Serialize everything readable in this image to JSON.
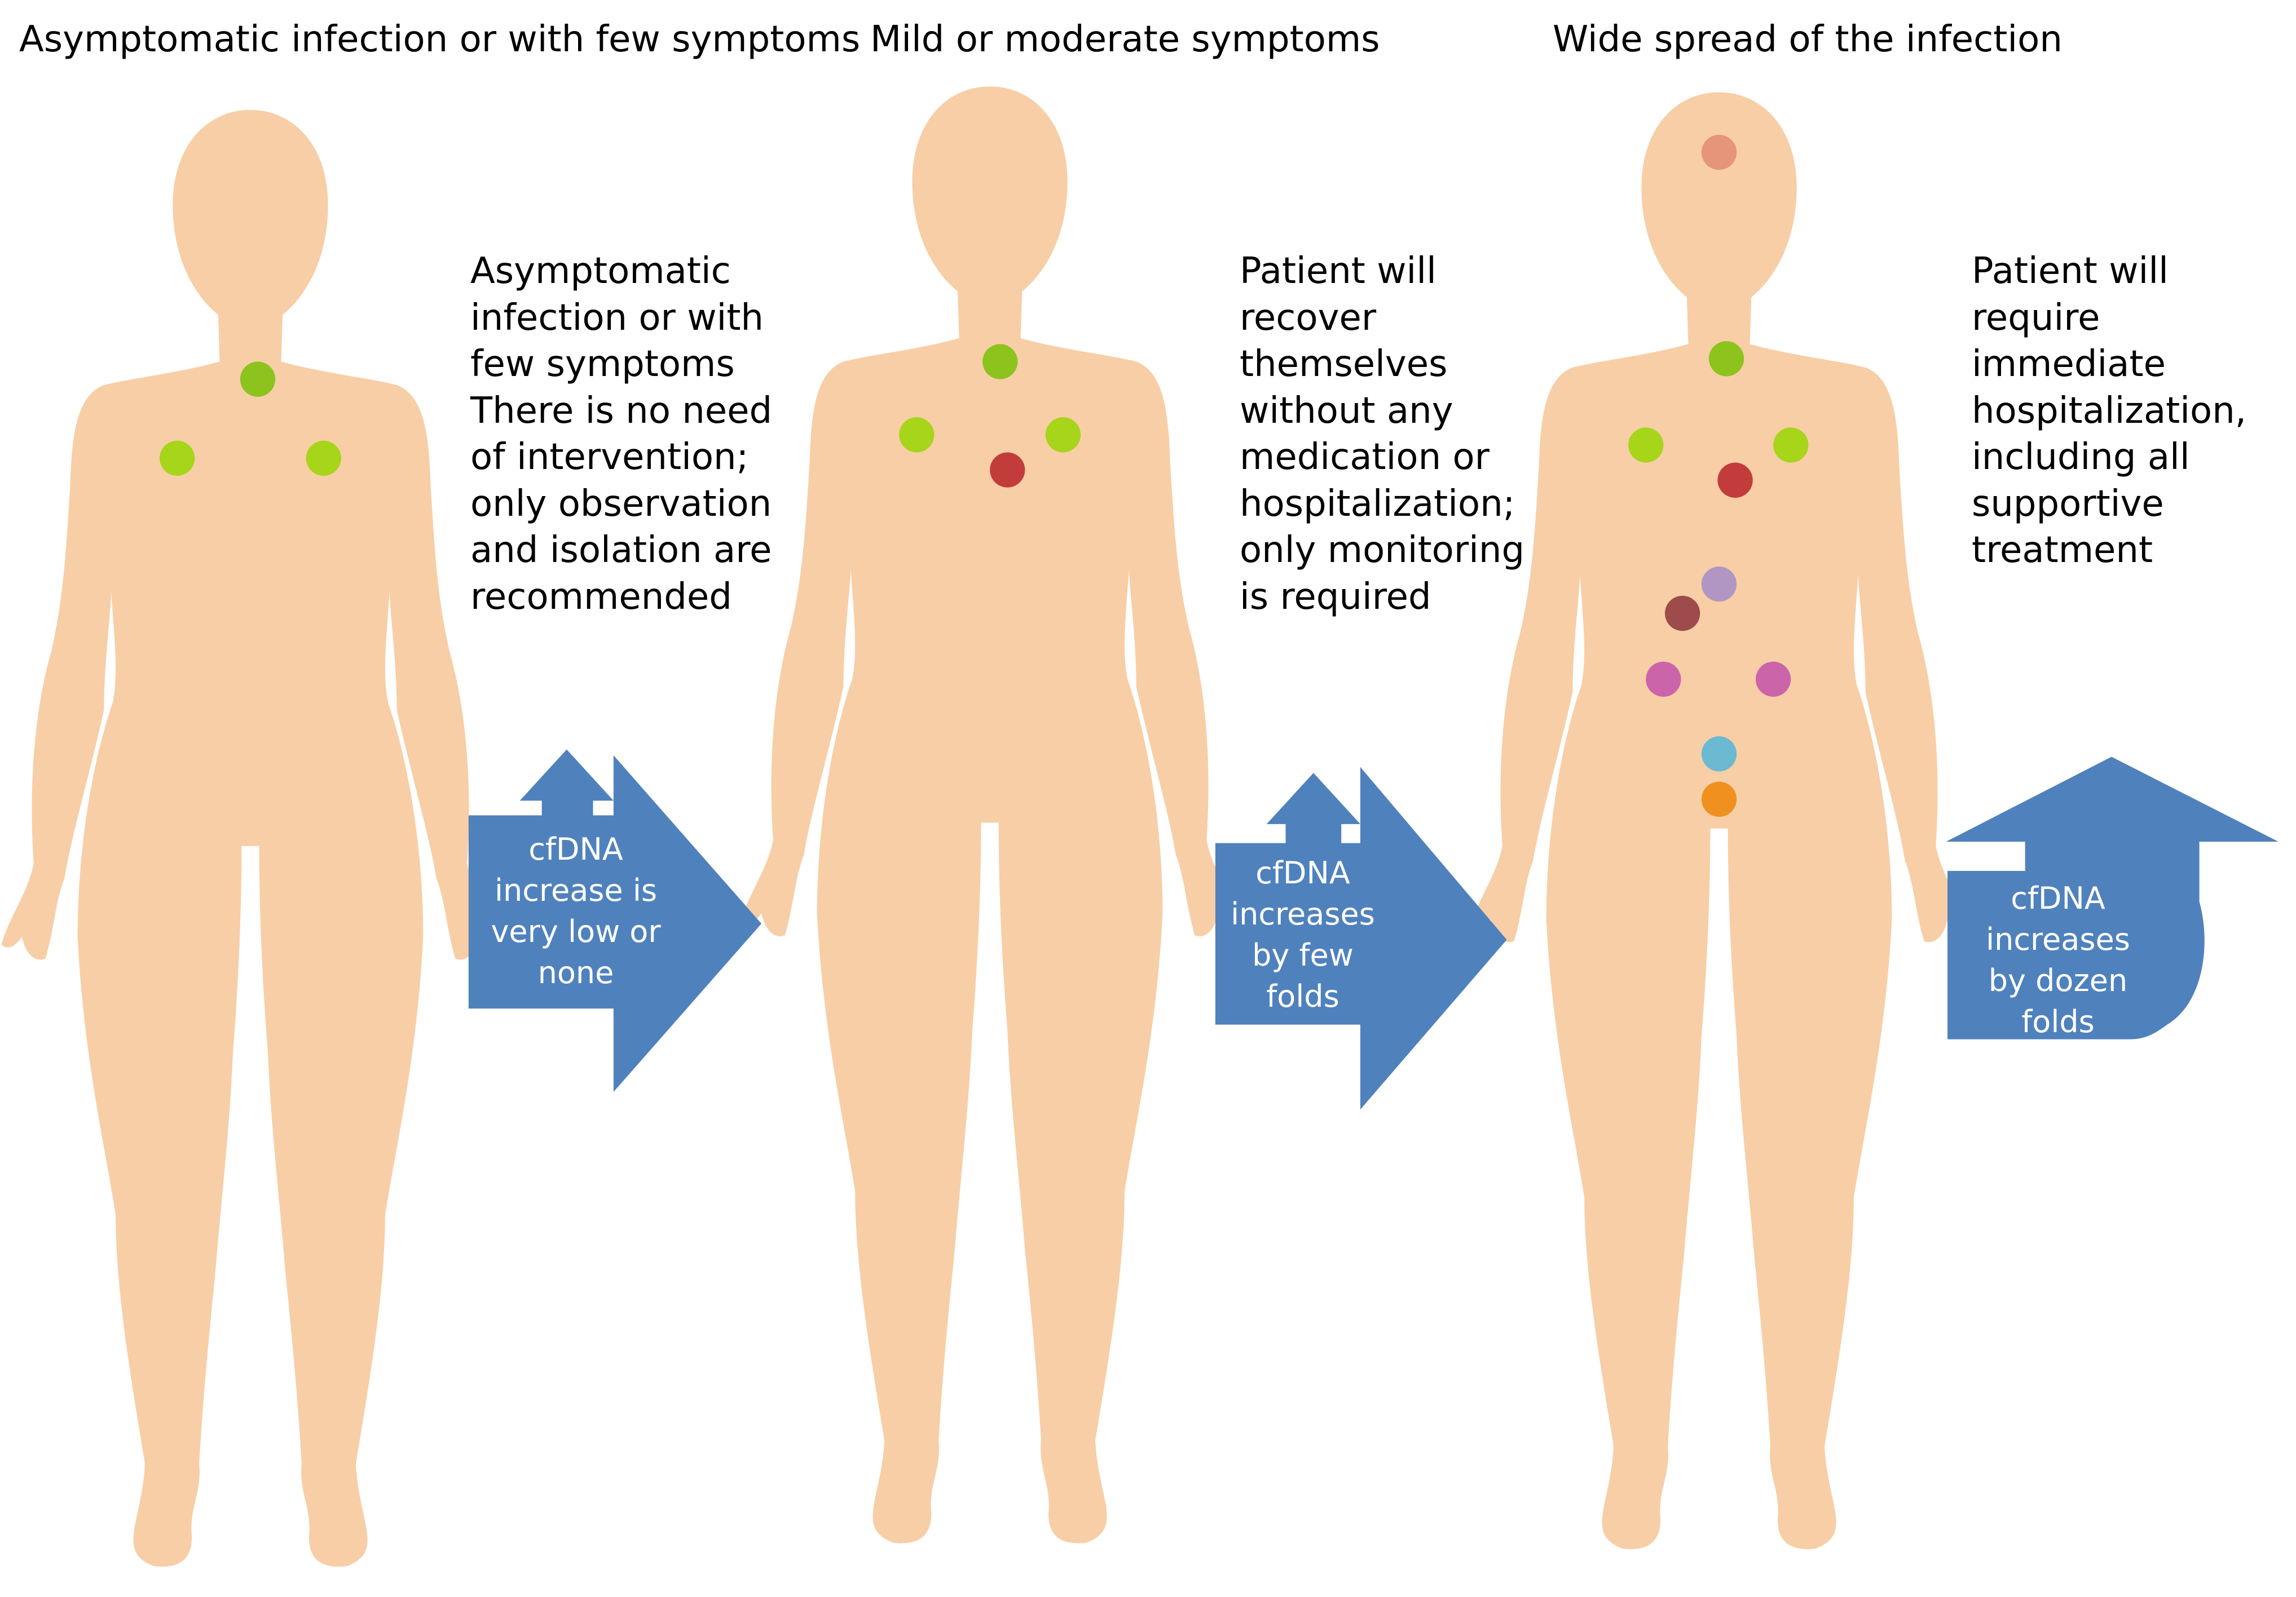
{
  "colors": {
    "skin": "#f8cea6",
    "arrow": "#4f81bd",
    "green_marker": "#8cc31c",
    "lime_marker": "#a6d51a",
    "red_marker": "#c33c3c",
    "salmon_marker": "#e6947a",
    "lavender_marker": "#b195c3",
    "maroon_marker": "#9e4b4b",
    "pink_marker": "#cc64aa",
    "cyan_marker": "#6bbad2",
    "orange_marker": "#f0901e"
  },
  "panels": [
    {
      "heading": "Asymptomatic infection or with few symptoms",
      "description_lines": [
        "Asymptomatic",
        "infection or with",
        "few symptoms",
        "There is no need",
        "of intervention;",
        "only observation",
        "and isolation are",
        "recommended"
      ],
      "arrow_icon": "right-arrow",
      "arrow_lines": [
        "cfDNA",
        "increase is",
        "very low or",
        "none"
      ]
    },
    {
      "heading": "Mild or moderate symptoms",
      "description_lines": [
        "Patient will",
        "recover",
        "themselves",
        "without any",
        "medication or",
        "hospitalization;",
        "only monitoring",
        "is required"
      ],
      "arrow_icon": "right-arrow",
      "arrow_lines": [
        "cfDNA",
        "increases",
        "by few",
        "folds"
      ]
    },
    {
      "heading": "Wide spread of the infection",
      "description_lines": [
        "Patient will",
        "require",
        "immediate",
        "hospitalization,",
        "including all",
        "supportive",
        "treatment"
      ],
      "arrow_icon": "up-arrow",
      "arrow_lines": [
        "cfDNA",
        "increases",
        "by dozen",
        "folds"
      ]
    }
  ]
}
